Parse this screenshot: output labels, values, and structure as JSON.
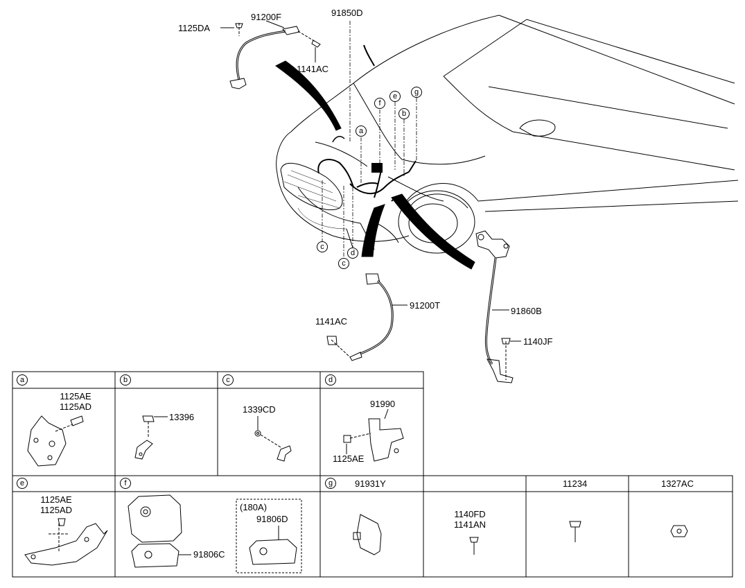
{
  "parts": {
    "p_1125DA": "1125DA",
    "p_91200F": "91200F",
    "p_91850D": "91850D",
    "p_1141AC_top": "1141AC",
    "p_91200T": "91200T",
    "p_1141AC_bot": "1141AC",
    "p_91860B": "91860B",
    "p_1140JF": "1140JF"
  },
  "callouts": {
    "a": "a",
    "b": "b",
    "c": "c",
    "d": "d",
    "e": "e",
    "f": "f",
    "g": "g"
  },
  "table": {
    "a": {
      "letter": "a",
      "label1": "1125AE",
      "label2": "1125AD"
    },
    "b": {
      "letter": "b",
      "label": "13396"
    },
    "c": {
      "letter": "c",
      "label": "1339CD"
    },
    "d": {
      "letter": "d",
      "label1": "91990",
      "label2": "1125AE"
    },
    "e": {
      "letter": "e",
      "label1": "1125AE",
      "label2": "1125AD"
    },
    "f": {
      "letter": "f",
      "label_main": "91806C",
      "label_option": "(180A)",
      "label_opt_part": "91806D"
    },
    "g": {
      "letter": "g",
      "header": "91931Y"
    },
    "h": {
      "header": "",
      "label1": "1140FD",
      "label2": "1141AN"
    },
    "i": {
      "header": "11234"
    },
    "j": {
      "header": "1327AC"
    }
  }
}
